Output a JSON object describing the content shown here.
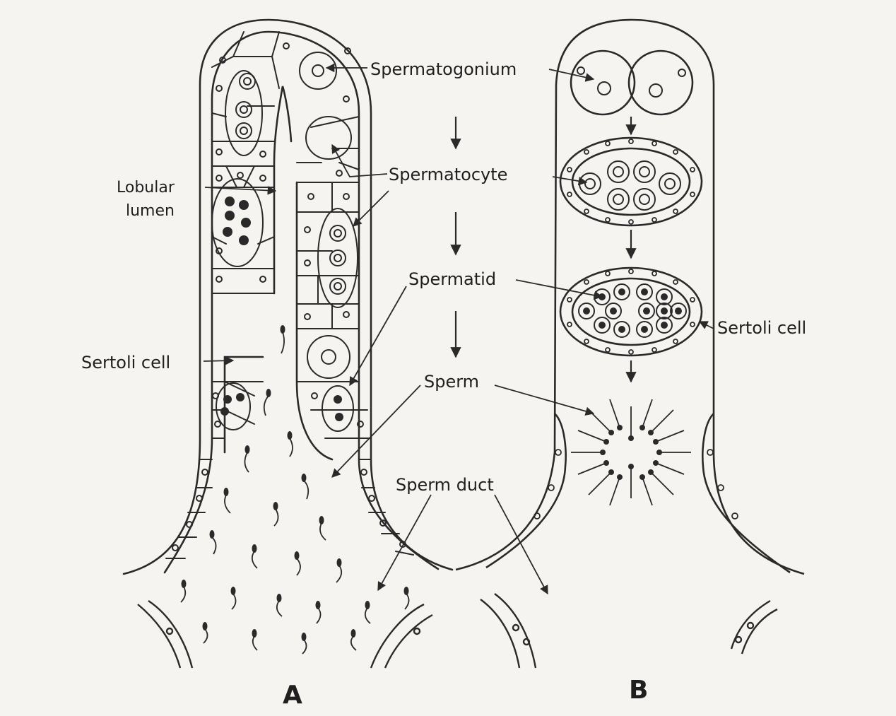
{
  "labels": {
    "spermatogonium": "Spermatogonium",
    "spermatocyte": "Spermatocyte",
    "spermatid": "Spermatid",
    "sperm": "Sperm",
    "sperm_duct": "Sperm duct",
    "lobular_lumen_1": "Lobular",
    "lobular_lumen_2": "lumen",
    "sertoli_left": "Sertoli cell",
    "sertoli_right": "Sertoli cell"
  },
  "panels": {
    "a": "A",
    "b": "B"
  },
  "colors": {
    "ink": "#2a2a2a",
    "paper": "#f6f4f0"
  }
}
